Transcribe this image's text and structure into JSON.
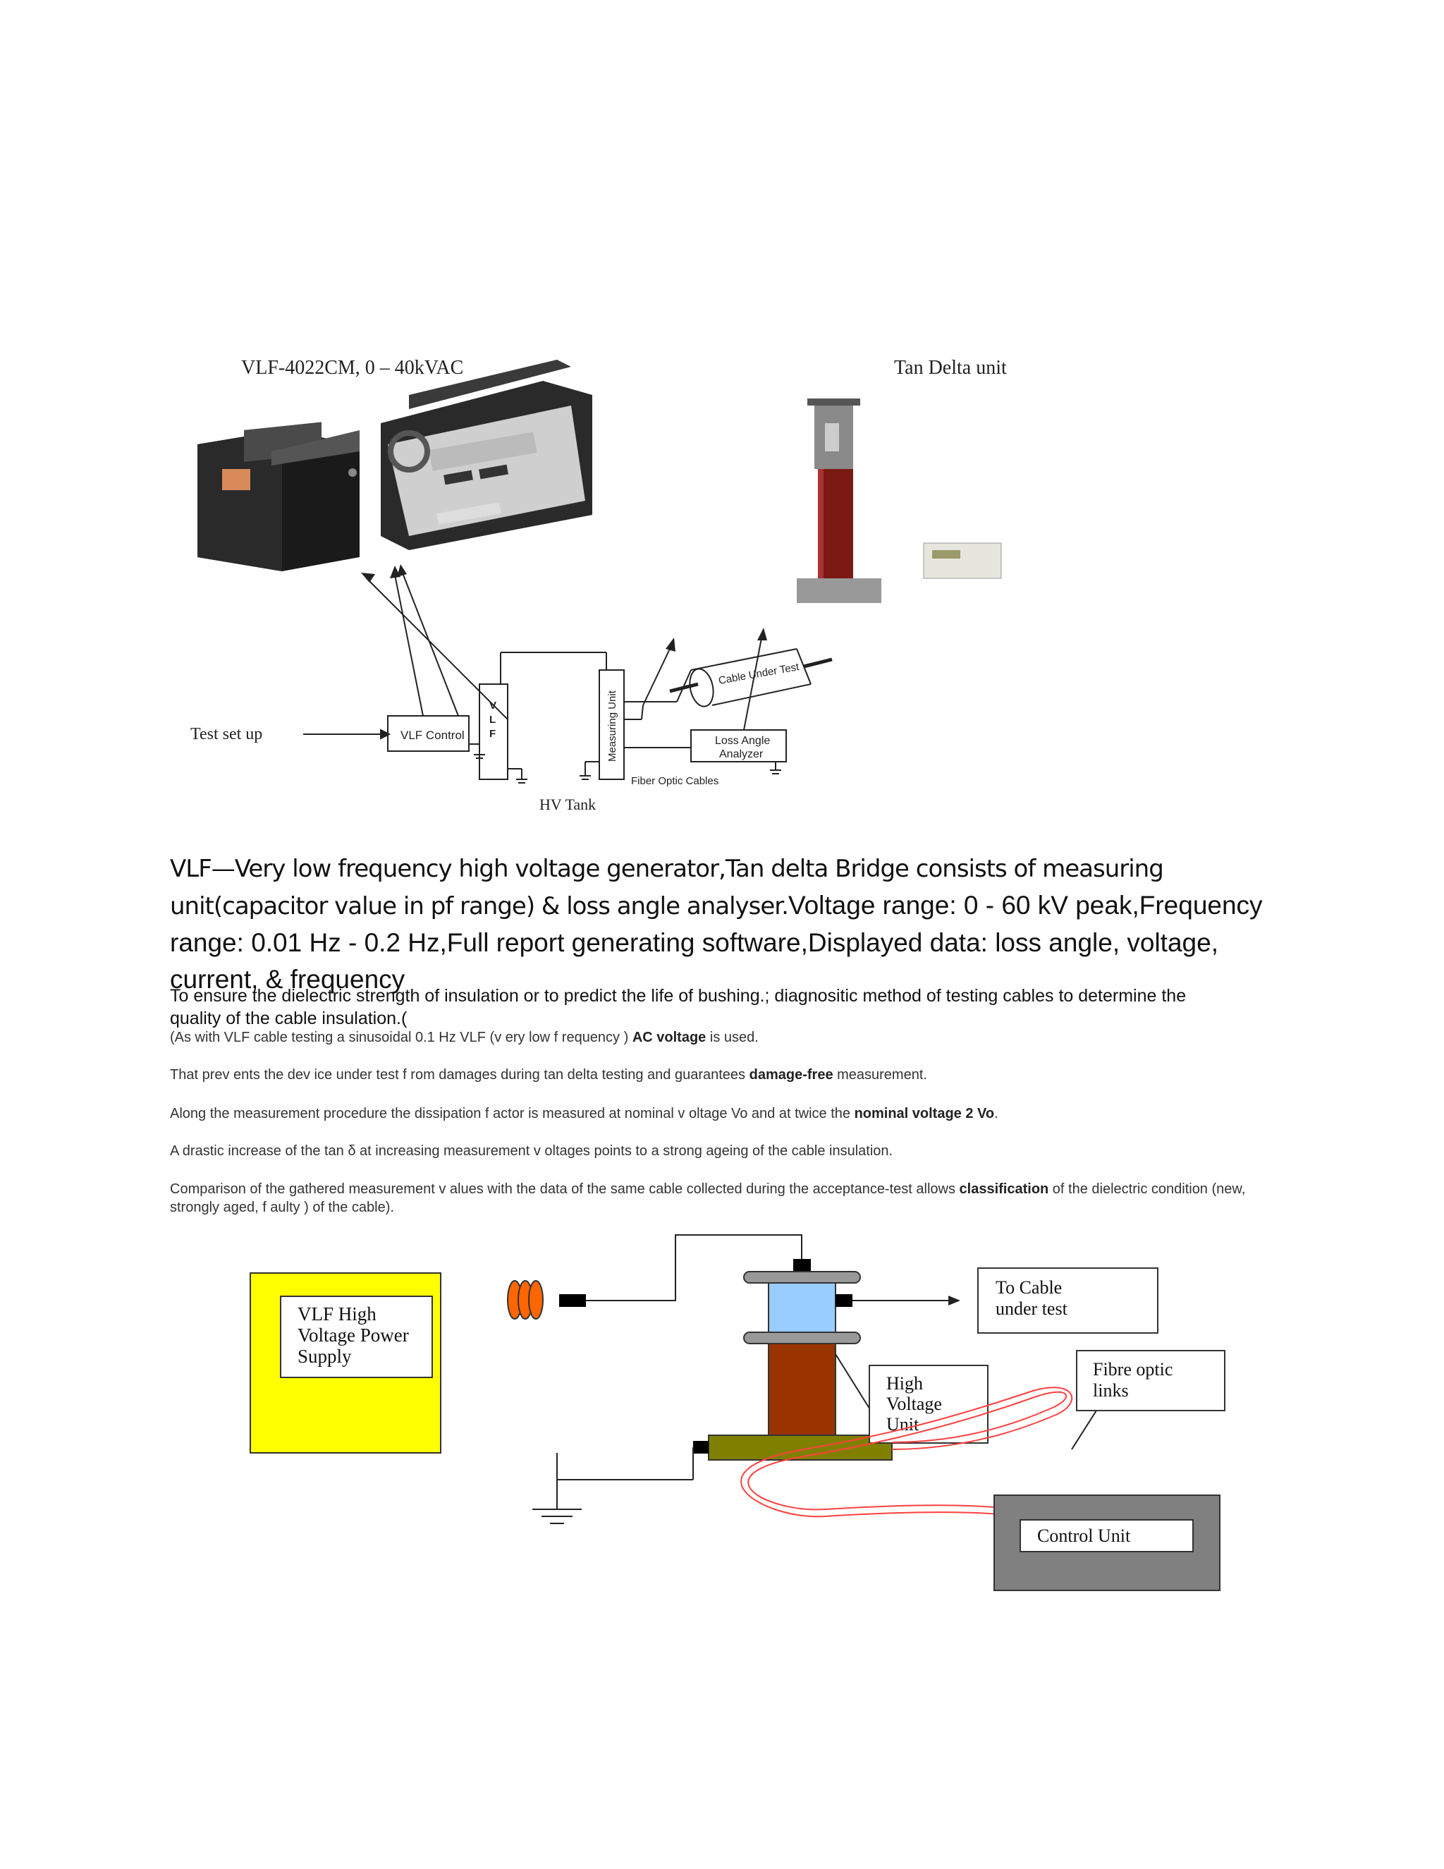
{
  "diagram1": {
    "title_left": "VLF-4022CM, 0 – 40kVAC",
    "title_right": "Tan Delta unit",
    "test_setup_label": "Test set up",
    "vlf_control_label": "VLF Control",
    "vlf_letters": [
      "V",
      "L",
      "F"
    ],
    "hv_tank_label": "HV Tank",
    "measuring_unit_label": "Measuring Unit",
    "cable_under_test_label": "Cable Under Test",
    "loss_angle_analyzer_label": [
      "Loss Angle",
      "Analyzer"
    ],
    "fiber_optic_label": "Fiber Optic Cables"
  },
  "paragraph_main": {
    "part1": "VLF—Very low frequency high voltage generator,Tan delta Bridge consists of measuring unit(capacitor value in pf range) & loss angle analyser.",
    "part2": "Voltage range: 0 - 60 kV peak,Frequency range: 0.01 Hz - 0.2 Hz,Full report generating software,Displayed data: loss angle, voltage, current, & frequency"
  },
  "paragraph_purpose": "To ensure the dielectric strength of insulation  or to predict the life of bushing.;  diagnositic  method  of testing  cables to determine  the quality  of the cable insulation.(",
  "notes": {
    "n1_pre": "(As with VLF cable testing a sinusoidal 0.1 Hz VLF (v ery low f requency ) ",
    "n1_bold": "AC voltage",
    "n1_post": " is used.",
    "n2_pre": "That prev ents the dev ice under test f rom damages during tan delta testing and guarantees ",
    "n2_bold": "damage-free",
    "n2_post": " measurement.",
    "n3_pre": "Along the measurement procedure the dissipation f actor is measured at nominal  v oltage Vo and at twice the ",
    "n3_bold": "nominal voltage 2 Vo",
    "n3_post": ".",
    "n4": "A drastic increase of the tan δ at increasing measurement v oltages points to a strong ageing of the cable insulation.",
    "n5_pre": "Comparison of the gathered measurement v alues with the data of the same cable collected during the acceptance-test allows ",
    "n5_bold": "classification",
    "n5_post": " of the dielectric condition (new,  strongly aged, f aulty ) of the cable)."
  },
  "diagram2": {
    "vlf_supply_label": [
      "VLF High",
      "Voltage Power",
      "Supply"
    ],
    "to_cable_label": [
      "To Cable",
      "under test"
    ],
    "hv_unit_label": [
      "High",
      "Voltage",
      "Unit"
    ],
    "fibre_label": [
      "Fibre optic",
      "links"
    ],
    "control_unit_label": "Control Unit",
    "colors": {
      "supply_fill": "#ffff00",
      "insulator_blue": "#99ccff",
      "tank_brown": "#993300",
      "base_olive": "#808000",
      "coil_orange": "#ff6600",
      "fibre_red": "#ff4040",
      "control_gray": "#808080"
    }
  }
}
